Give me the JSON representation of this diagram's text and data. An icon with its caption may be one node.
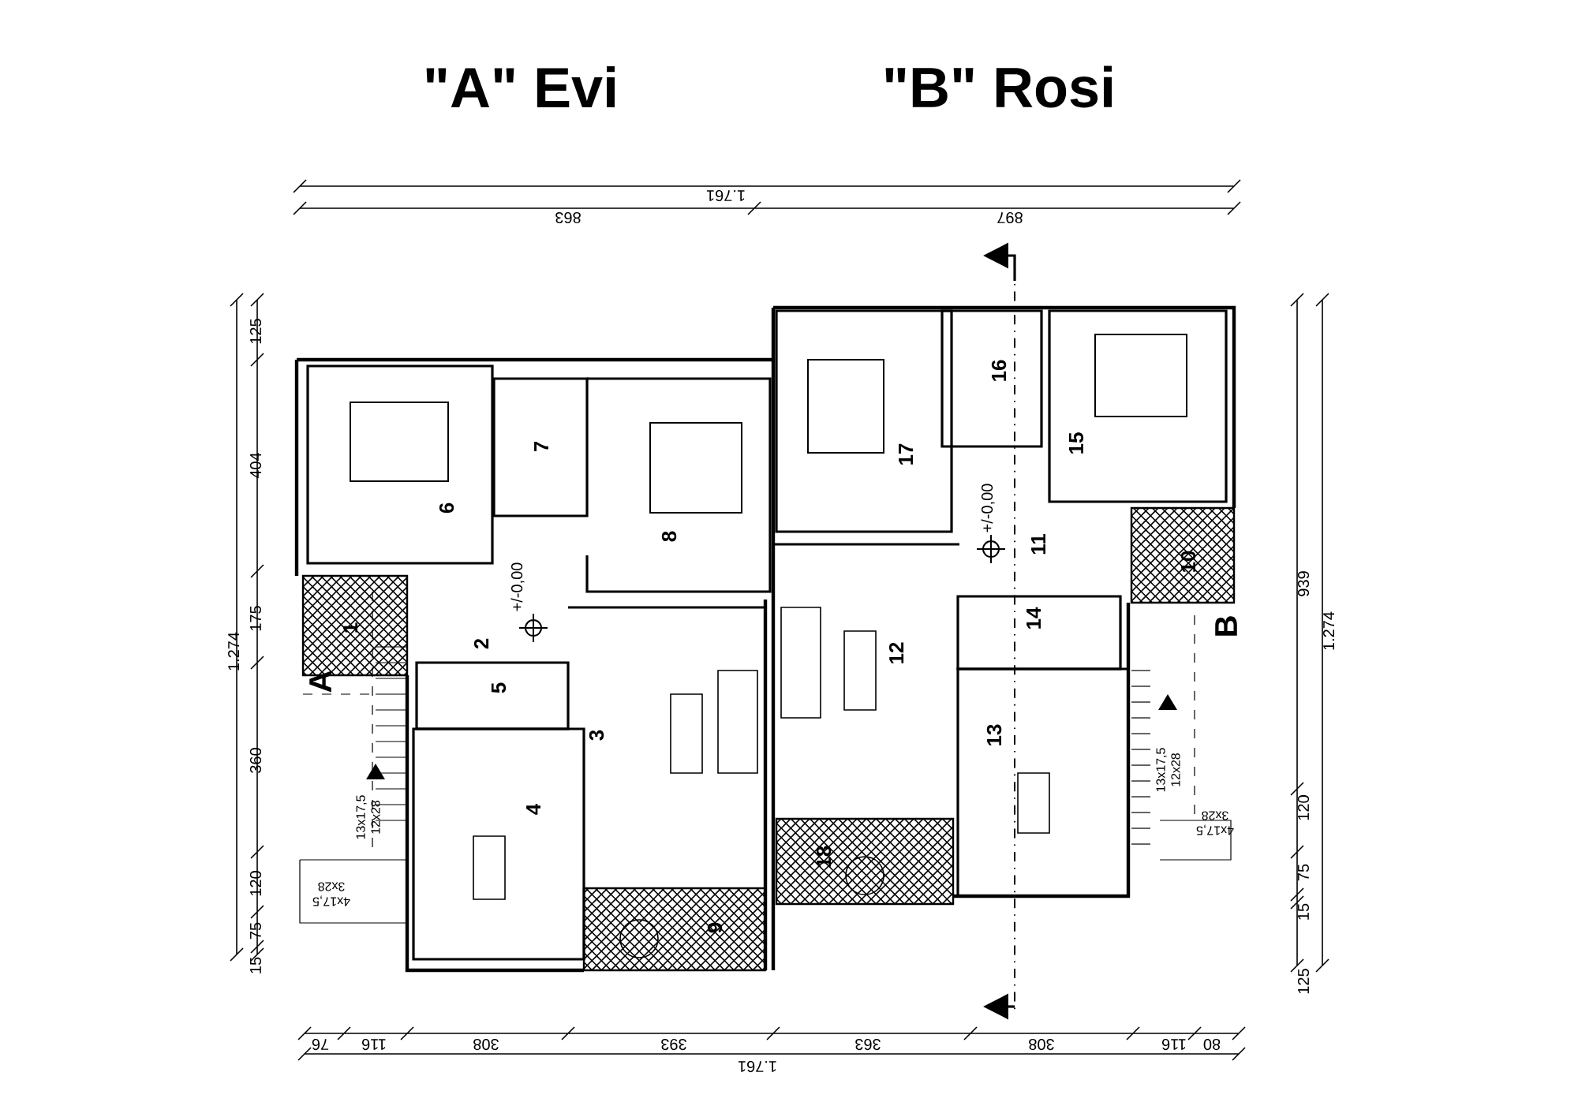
{
  "diagram": {
    "labels": [
      "\"A\" Evi",
      "\"B\" Rosi",
      "1.761",
      "863",
      "897",
      "125",
      "404",
      "175",
      "360",
      "120",
      "75",
      "15",
      "1.274",
      "1",
      "2",
      "+/-0,00",
      "3",
      "4",
      "5",
      "6",
      "7",
      "8",
      "9",
      "10",
      "11",
      "+/-0,00",
      "12",
      "13",
      "14",
      "15",
      "16",
      "17",
      "18",
      "A",
      "B",
      "13x17,5",
      "12x28",
      "4x17,5",
      "3x28",
      "13x17,5",
      "12x28",
      "4x17,5",
      "3x28",
      "939",
      "1.274",
      "120",
      "75",
      "15",
      "125",
      "76",
      "116",
      "308",
      "393",
      "363",
      "308",
      "116",
      "80",
      "1.761"
    ]
  }
}
